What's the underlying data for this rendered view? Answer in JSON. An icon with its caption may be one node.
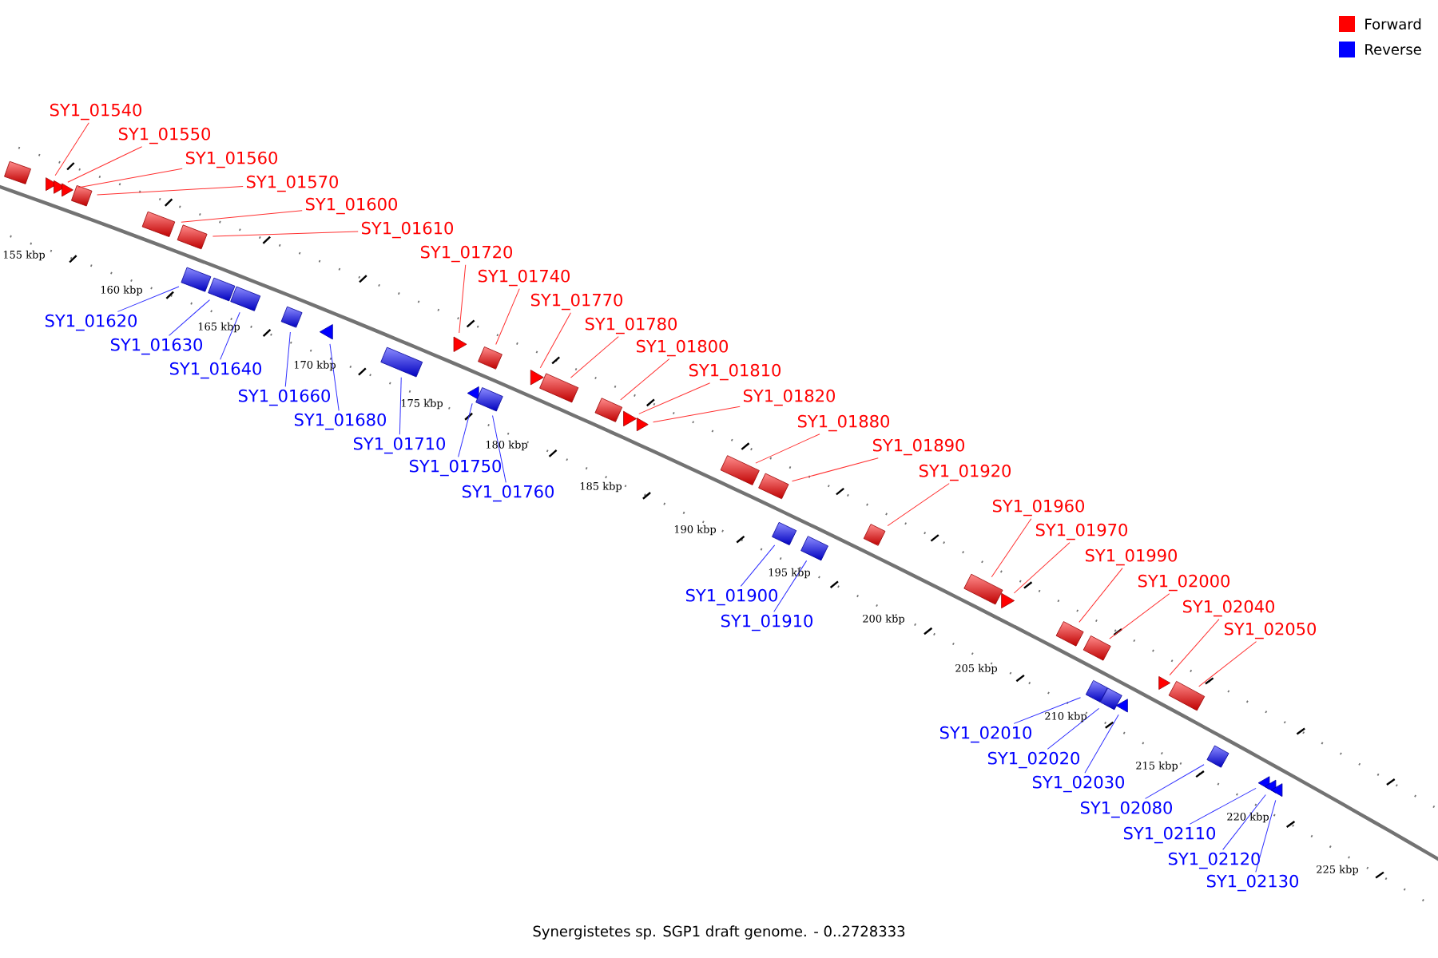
{
  "diagram": {
    "caption": "Synergistetes sp. SGP1 draft genome. - 0..2728333",
    "nodes": [
      {
        "text": [],
        "shape": "box"
      },
      {
        "text": [
          "SY1_01540"
        ]
      },
      {
        "text": [],
        "shape": "triangle"
      },
      {
        "text": [
          "SY1_01550"
        ]
      },
      {
        "text": [],
        "shape": "triangle"
      },
      {
        "text": [
          "SY1_01560"
        ]
      },
      {
        "text": [],
        "shape": "triangle"
      },
      {
        "text": [
          "SY1_01570"
        ]
      },
      {
        "text": [],
        "shape": "box"
      },
      {
        "text": [
          "SY1_01600"
        ]
      },
      {
        "text": [],
        "shape": "box"
      },
      {
        "text": [
          "SY1_01610"
        ]
      },
      {
        "text": [],
        "shape": "box"
      },
      {
        "text": [
          "SY1_01620"
        ]
      },
      {
        "text": [],
        "shape": "box"
      },
      {
        "text": [
          "SY1_01630"
        ]
      },
      {
        "text": [],
        "shape": "box"
      },
      {
        "text": [
          "SY1_01640"
        ]
      },
      {
        "text": [],
        "shape": "box"
      },
      {
        "text": [
          "SY1_01660"
        ]
      },
      {
        "text": [],
        "shape": "box"
      },
      {
        "text": [
          "SY1_01680"
        ]
      },
      {
        "text": [],
        "shape": "triangle"
      },
      {
        "text": [
          "SY1_01710"
        ]
      },
      {
        "text": [],
        "shape": "box"
      },
      {
        "text": [
          "SY1_01720"
        ]
      },
      {
        "text": [],
        "shape": "triangle"
      },
      {
        "text": [
          "SY1_01740"
        ]
      },
      {
        "text": [],
        "shape": "box"
      },
      {
        "text": [
          "SY1_01750"
        ]
      },
      {
        "text": [],
        "shape": "triangle"
      },
      {
        "text": [
          "SY1_01760"
        ]
      },
      {
        "text": [],
        "shape": "box"
      },
      {
        "text": [
          "SY1_01770"
        ]
      },
      {
        "text": [],
        "shape": "triangle"
      },
      {
        "text": [
          "SY1_01780"
        ]
      },
      {
        "text": [],
        "shape": "box"
      },
      {
        "text": [
          "SY1_01800"
        ]
      },
      {
        "text": [],
        "shape": "box"
      },
      {
        "text": [
          "SY1_01810"
        ]
      },
      {
        "text": [],
        "shape": "triangle"
      },
      {
        "text": [
          "SY1_01820"
        ]
      },
      {
        "text": [],
        "shape": "triangle"
      },
      {
        "text": [
          "SY1_01880"
        ]
      },
      {
        "text": [],
        "shape": "box"
      },
      {
        "text": [
          "SY1_01890"
        ]
      },
      {
        "text": [],
        "shape": "box"
      },
      {
        "text": [
          "SY1_01900"
        ]
      },
      {
        "text": [],
        "shape": "box"
      },
      {
        "text": [
          "SY1_01910"
        ]
      },
      {
        "text": [],
        "shape": "box"
      },
      {
        "text": [
          "SY1_01920"
        ]
      },
      {
        "text": [],
        "shape": "box"
      },
      {
        "text": [
          "SY1_01960"
        ]
      },
      {
        "text": [],
        "shape": "box"
      },
      {
        "text": [
          "SY1_01970"
        ]
      },
      {
        "text": [],
        "shape": "triangle"
      },
      {
        "text": [
          "SY1_01990"
        ]
      },
      {
        "text": [],
        "shape": "box"
      },
      {
        "text": [
          "SY1_02000"
        ]
      },
      {
        "text": [],
        "shape": "box"
      },
      {
        "text": [
          "SY1_02010"
        ]
      },
      {
        "text": [],
        "shape": "box"
      },
      {
        "text": [
          "SY1_02020"
        ]
      },
      {
        "text": [],
        "shape": "box"
      },
      {
        "text": [
          "SY1_02030"
        ]
      },
      {
        "text": [],
        "shape": "triangle"
      },
      {
        "text": [
          "SY1_02040"
        ]
      },
      {
        "text": [],
        "shape": "triangle"
      },
      {
        "text": [
          "SY1_02050"
        ]
      },
      {
        "text": [],
        "shape": "box"
      },
      {
        "text": [
          "SY1_02080"
        ]
      },
      {
        "text": [],
        "shape": "box"
      },
      {
        "text": [
          "SY1_02110"
        ]
      },
      {
        "text": [],
        "shape": "triangle"
      },
      {
        "text": [
          "SY1_02120"
        ]
      },
      {
        "text": [],
        "shape": "triangle"
      },
      {
        "text": [
          "SY1_02130"
        ]
      },
      {
        "text": [],
        "shape": "triangle"
      }
    ],
    "edges": [
      {
        "from": 1,
        "to": 2,
        "arrow": "none"
      },
      {
        "from": 3,
        "to": 4,
        "arrow": "none"
      },
      {
        "from": 5,
        "to": 6,
        "arrow": "none"
      },
      {
        "from": 7,
        "to": 8,
        "arrow": "none"
      },
      {
        "from": 9,
        "to": 10,
        "arrow": "none"
      },
      {
        "from": 11,
        "to": 12,
        "arrow": "none"
      },
      {
        "from": 13,
        "to": 14,
        "arrow": "none",
        "color": "#3030ff"
      },
      {
        "from": 15,
        "to": 16,
        "arrow": "none",
        "color": "#3030ff"
      },
      {
        "from": 17,
        "to": 18,
        "arrow": "none",
        "color": "#3030ff"
      },
      {
        "from": 19,
        "to": 20,
        "arrow": "none",
        "color": "#3030ff"
      },
      {
        "from": 21,
        "to": 22,
        "arrow": "none",
        "color": "#3030ff"
      },
      {
        "from": 23,
        "to": 24,
        "arrow": "none",
        "color": "#3030ff"
      },
      {
        "from": 25,
        "to": 26,
        "arrow": "none"
      },
      {
        "from": 27,
        "to": 28,
        "arrow": "none"
      },
      {
        "from": 29,
        "to": 30,
        "arrow": "none",
        "color": "#3030ff"
      },
      {
        "from": 31,
        "to": 32,
        "arrow": "none",
        "color": "#3030ff"
      },
      {
        "from": 33,
        "to": 34,
        "arrow": "none"
      },
      {
        "from": 35,
        "to": 36,
        "arrow": "none"
      },
      {
        "from": 37,
        "to": 38,
        "arrow": "none"
      },
      {
        "from": 39,
        "to": 40,
        "arrow": "none"
      },
      {
        "from": 41,
        "to": 42,
        "arrow": "none"
      },
      {
        "from": 43,
        "to": 44,
        "arrow": "none"
      },
      {
        "from": 45,
        "to": 46,
        "arrow": "none"
      },
      {
        "from": 47,
        "to": 48,
        "arrow": "none",
        "color": "#3030ff"
      },
      {
        "from": 49,
        "to": 50,
        "arrow": "none",
        "color": "#3030ff"
      },
      {
        "from": 51,
        "to": 52,
        "arrow": "none"
      },
      {
        "from": 53,
        "to": 54,
        "arrow": "none"
      },
      {
        "from": 55,
        "to": 56,
        "arrow": "none"
      },
      {
        "from": 57,
        "to": 58,
        "arrow": "none"
      },
      {
        "from": 59,
        "to": 60,
        "arrow": "none"
      },
      {
        "from": 61,
        "to": 62,
        "arrow": "none",
        "color": "#3030ff"
      },
      {
        "from": 63,
        "to": 64,
        "arrow": "none",
        "color": "#3030ff"
      },
      {
        "from": 65,
        "to": 66,
        "arrow": "none",
        "color": "#3030ff"
      },
      {
        "from": 67,
        "to": 68,
        "arrow": "none"
      },
      {
        "from": 69,
        "to": 70,
        "arrow": "none"
      },
      {
        "from": 71,
        "to": 72,
        "arrow": "none",
        "color": "#3030ff"
      },
      {
        "from": 73,
        "to": 74,
        "arrow": "none",
        "color": "#3030ff"
      },
      {
        "from": 75,
        "to": 76,
        "arrow": "none",
        "color": "#3030ff"
      },
      {
        "from": 77,
        "to": 78,
        "arrow": "none",
        "color": "#3030ff"
      }
    ],
    "labels": [
      "155 kbp",
      "160 kbp",
      "165 kbp",
      "170 kbp",
      "175 kbp",
      "180 kbp",
      "185 kbp",
      "190 kbp",
      "195 kbp",
      "200 kbp",
      "205 kbp",
      "210 kbp",
      "215 kbp",
      "220 kbp",
      "225 kbp"
    ],
    "legend": [
      {
        "text": "Forward",
        "color": "#ff0000"
      },
      {
        "text": "Reverse",
        "color": "#0000ff"
      }
    ]
  }
}
